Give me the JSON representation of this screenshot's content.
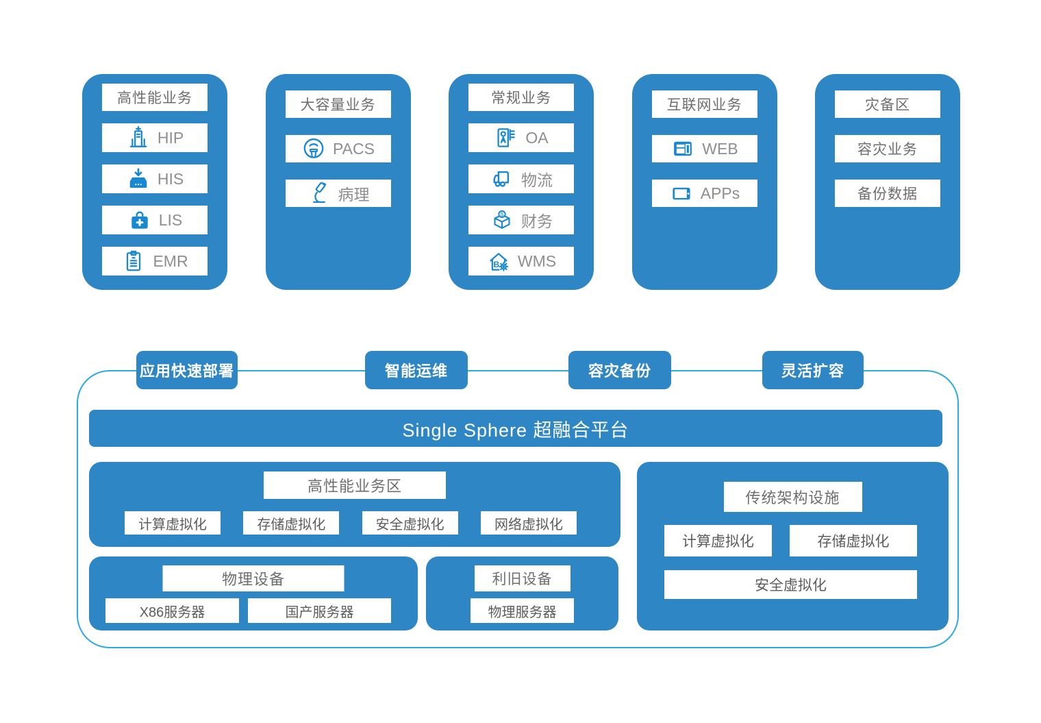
{
  "colors": {
    "block_blue": "#2E86C4",
    "icon_blue": "#1788D1",
    "outline_blue": "#29ABE2",
    "title_text": "#6E6E6E",
    "item_text": "#8E8E8E",
    "box_text": "#5C5C5C"
  },
  "business_cards": [
    {
      "title": "高性能业务",
      "items": [
        {
          "icon": "hospital-icon",
          "label": "HIP"
        },
        {
          "icon": "his-inbox-icon",
          "label": "HIS"
        },
        {
          "icon": "first-aid-kit-icon",
          "label": "LIS"
        },
        {
          "icon": "clipboard-icon",
          "label": "EMR"
        }
      ]
    },
    {
      "title": "大容量业务",
      "items": [
        {
          "icon": "ct-scanner-icon",
          "label": "PACS"
        },
        {
          "icon": "microscope-icon",
          "label": "病理"
        }
      ]
    },
    {
      "title": "常规业务",
      "items": [
        {
          "icon": "id-card-icon",
          "label": "OA"
        },
        {
          "icon": "truck-icon",
          "label": "物流"
        },
        {
          "icon": "finance-box-icon",
          "label": "财务"
        },
        {
          "icon": "warehouse-gear-icon",
          "label": "WMS"
        }
      ]
    },
    {
      "title": "互联网业务",
      "items": [
        {
          "icon": "browser-icon",
          "label": "WEB"
        },
        {
          "icon": "tablet-icon",
          "label": "APPs"
        }
      ]
    },
    {
      "title": "灾备区",
      "items": [
        {
          "label": "容灾业务"
        },
        {
          "label": "备份数据"
        }
      ]
    }
  ],
  "feature_buttons": [
    {
      "label": "应用快速部署"
    },
    {
      "label": "智能运维"
    },
    {
      "label": "容灾备份"
    },
    {
      "label": "灵活扩容"
    }
  ],
  "platform_bar": {
    "label": "Single Sphere 超融合平台"
  },
  "platform_sections": {
    "high_performance_zone": {
      "title": "高性能业务区",
      "items": [
        {
          "label": "计算虚拟化"
        },
        {
          "label": "存储虚拟化"
        },
        {
          "label": "安全虚拟化"
        },
        {
          "label": "网络虚拟化"
        }
      ]
    },
    "physical_devices": {
      "title": "物理设备",
      "items": [
        {
          "label": "X86服务器"
        },
        {
          "label": "国产服务器"
        }
      ]
    },
    "reused_devices": {
      "title": "利旧设备",
      "items": [
        {
          "label": "物理服务器"
        }
      ]
    },
    "traditional_infrastructure": {
      "title": "传统架构设施",
      "items_row1": [
        {
          "label": "计算虚拟化"
        },
        {
          "label": "存储虚拟化"
        }
      ],
      "items_row2": [
        {
          "label": "安全虚拟化"
        }
      ]
    }
  }
}
